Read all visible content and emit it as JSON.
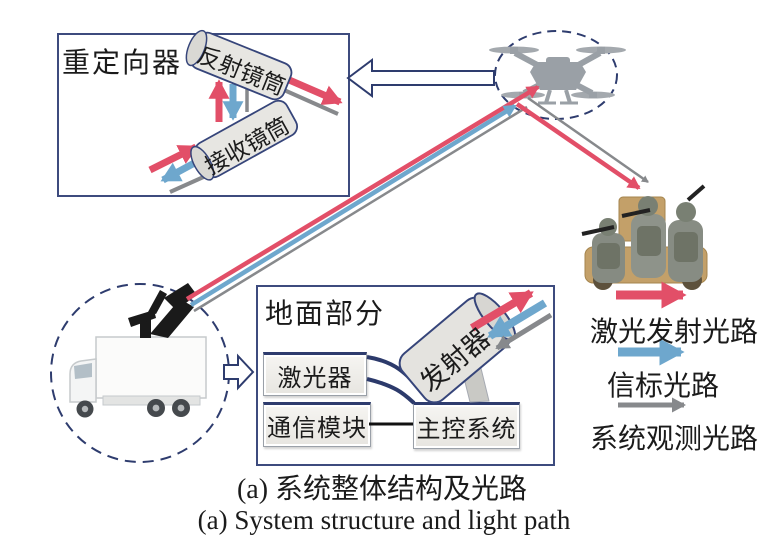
{
  "redirector": {
    "title": "重定向器",
    "reflector_tube": "反射镜筒",
    "receiver_tube": "接收镜筒"
  },
  "ground": {
    "title": "地面部分",
    "laser": "激光器",
    "comm_module": "通信模块",
    "main_control": "主控系统",
    "transmitter": "发射器"
  },
  "legend": {
    "items": [
      {
        "label": "激光发射光路",
        "color": "#e24f68"
      },
      {
        "label": "信标光路",
        "color": "#6ea7cd"
      },
      {
        "label": "系统观测光路",
        "color": "#87898c"
      }
    ]
  },
  "caption": {
    "line1_cn": "(a) 系统整体结构及光路",
    "line2_en": "(a) System structure and light path"
  },
  "colors": {
    "laser_red": "#e24f68",
    "beacon_blue": "#6ea7cd",
    "observe_gray": "#87898c",
    "outline_navy": "#2e3c6e"
  }
}
